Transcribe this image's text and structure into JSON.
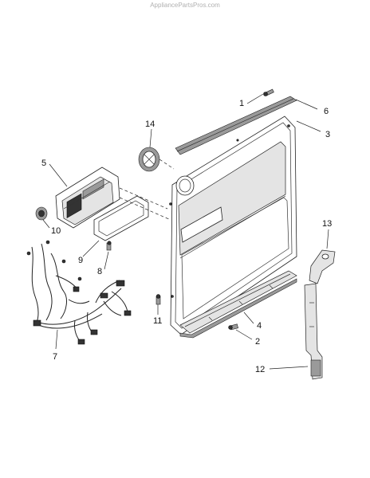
{
  "watermark": "AppliancePartsPros.com",
  "callouts": {
    "p1": "1",
    "p2": "2",
    "p3": "3",
    "p4": "4",
    "p5": "5",
    "p6": "6",
    "p7": "7",
    "p8": "8",
    "p9": "9",
    "p10": "10",
    "p11": "11",
    "p12": "12",
    "p13": "13",
    "p14": "14"
  }
}
